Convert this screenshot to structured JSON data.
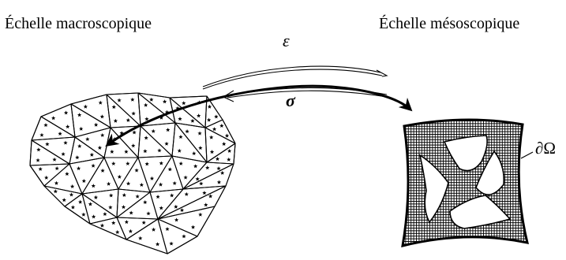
{
  "labels": {
    "macro_scale": "Échelle macroscopique",
    "meso_scale": "Échelle mésoscopique",
    "strain_symbol": "ε",
    "stress_symbol": "σ",
    "boundary_symbol": "∂Ω"
  },
  "colors": {
    "ink": "#000000",
    "background": "#ffffff"
  }
}
